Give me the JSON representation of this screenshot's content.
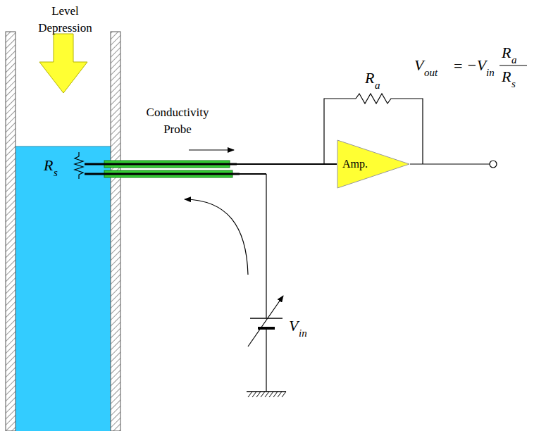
{
  "diagram": {
    "nodes": [
      {
        "text": [
          "Amp."
        ]
      }
    ],
    "labels": [
      "Level Depression",
      "Conductivity Probe",
      "R",
      "s",
      "R",
      "a",
      "V",
      "in",
      "V",
      "out",
      "=",
      "−V",
      "in",
      "R",
      "a",
      "R",
      "s"
    ]
  }
}
